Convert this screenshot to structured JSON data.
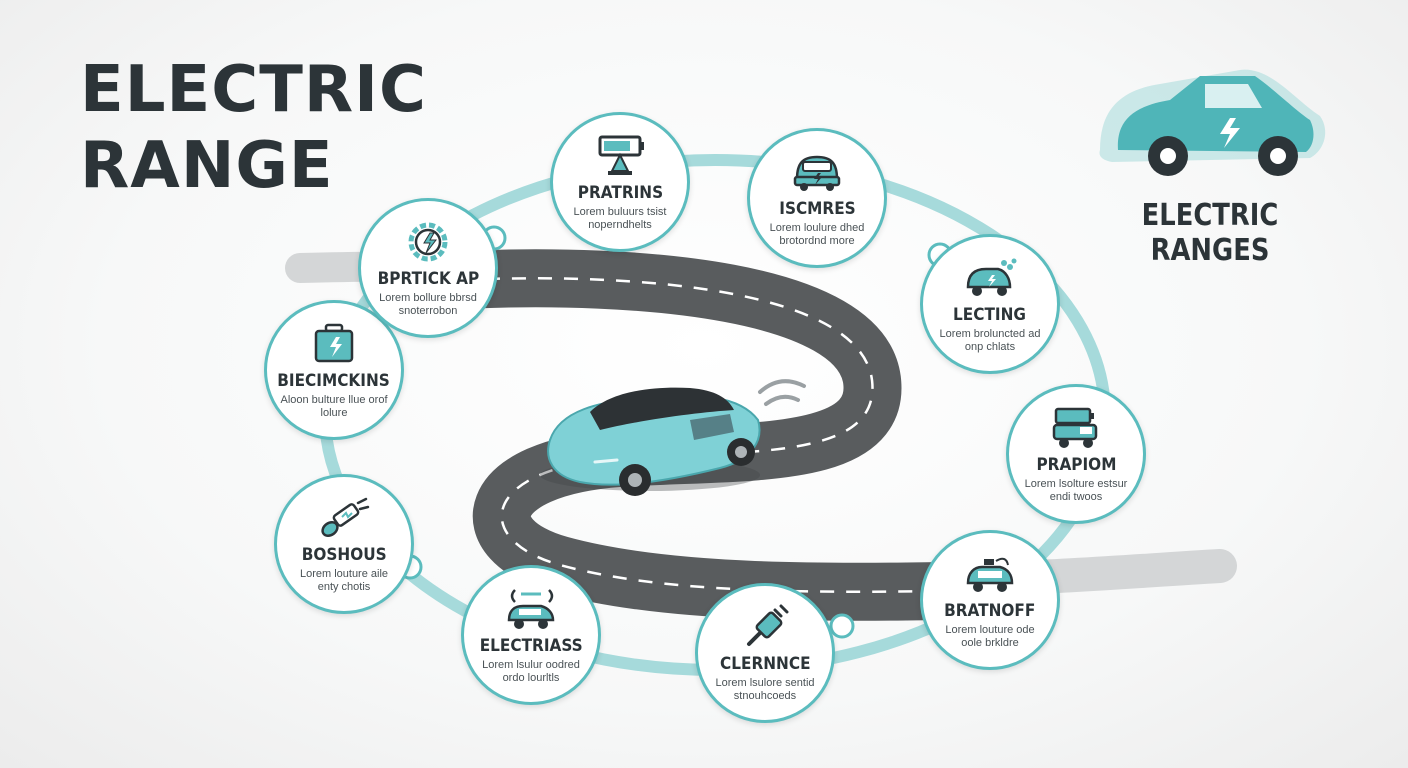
{
  "title": {
    "line1": "ELECTRIC",
    "line2": "RANGE"
  },
  "side_title": "ELECTRIC RANGES",
  "nodes": [
    {
      "label": "PRATRINS",
      "desc": "Lorem buluurs tsist noperndhelts",
      "icon": "battery-charger-icon"
    },
    {
      "label": "ISCMRES",
      "desc": "Lorem loulure dhed brotordnd more",
      "icon": "ev-car-icon"
    },
    {
      "label": "LECTING",
      "desc": "Lorem broluncted ad onp chlats",
      "icon": "ev-emissions-icon"
    },
    {
      "label": "PRAPIOM",
      "desc": "Lorem lsolture estsur endi twoos",
      "icon": "battery-truck-icon"
    },
    {
      "label": "BRATNOFF",
      "desc": "Lorem louture ode oole brkldre",
      "icon": "car-charging-icon"
    },
    {
      "label": "CLERNNCE",
      "desc": "Lorem lsulore sentid stnouhcoeds",
      "icon": "charging-plug-icon"
    },
    {
      "label": "ELECTRIASS",
      "desc": "Lorem lsulur oodred ordo lourltls",
      "icon": "wireless-car-icon"
    },
    {
      "label": "BOSHOUS",
      "desc": "Lorem louture aile enty chotis",
      "icon": "connector-plug-icon"
    },
    {
      "label": "BIECIMCKINS",
      "desc": "Aloon bulture llue orof lolure",
      "icon": "battery-case-icon"
    },
    {
      "label": "BPRTICK AP",
      "desc": "Lorem bollure bbrsd snoterrobon",
      "icon": "gear-bolt-icon"
    }
  ],
  "colors": {
    "accent": "#5bbcbe",
    "accent_light": "#a6dadb",
    "text": "#2c3438",
    "road": "#55585a"
  }
}
